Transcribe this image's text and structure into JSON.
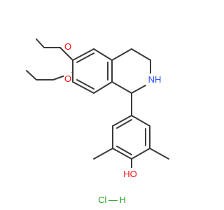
{
  "molecule": {
    "atoms": {
      "O1": {
        "text": "O",
        "color": "#ff0d0d"
      },
      "O2": {
        "text": "O",
        "color": "#ff0d0d"
      },
      "N": {
        "text": "NH",
        "color": "#3050f8"
      },
      "OH": {
        "text": "HO",
        "color": "#ff0d0d"
      }
    },
    "salt": {
      "text": "Cl — H",
      "color": "#1ea01e"
    }
  }
}
